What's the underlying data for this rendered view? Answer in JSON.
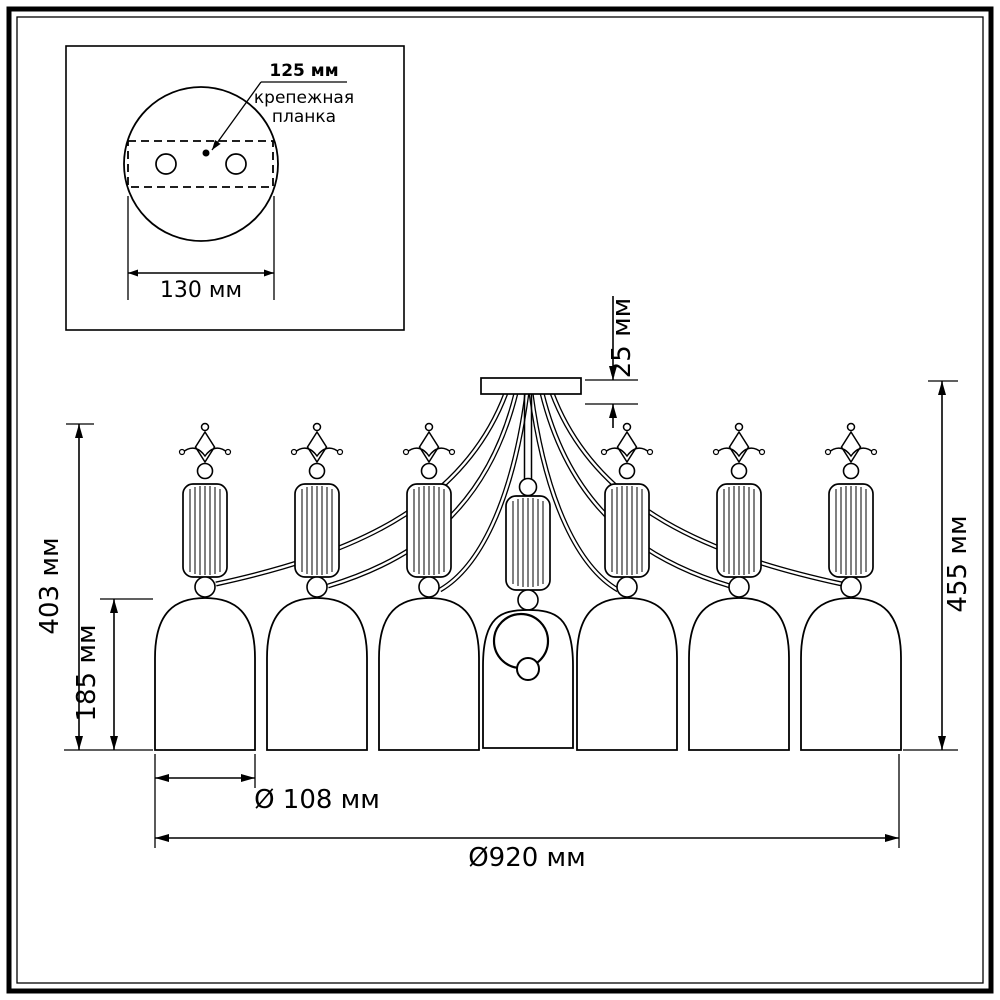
{
  "colors": {
    "line": "#000000",
    "background": "#ffffff"
  },
  "inset": {
    "plate_offset": "125 мм",
    "plate_label_line1": "крепежная",
    "plate_label_line2": "планка",
    "plate_width": "130 мм"
  },
  "dimensions": {
    "canopy_height": "25 мм",
    "fixture_height": "403 мм",
    "shade_height": "185 мм",
    "total_height": "455 мм",
    "shade_diameter": "Ø 108 мм",
    "total_diameter": "Ø920 мм"
  }
}
